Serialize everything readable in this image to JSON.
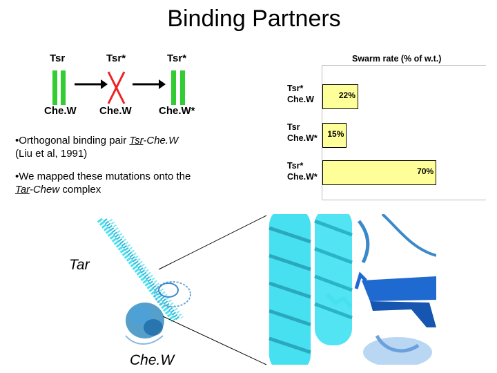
{
  "slide_title": "Binding Partners",
  "diagram": {
    "top_labels": [
      "Tsr",
      "Tsr*",
      "Tsr*"
    ],
    "bottom_labels": [
      "Che.W",
      "Che.W",
      "Che.W*"
    ],
    "colors": {
      "bar": "#33cc33",
      "cross": "#ee2222",
      "arrow": "#000000"
    }
  },
  "bullets": [
    {
      "bullet": "•",
      "pre": "Orthogonal binding pair ",
      "underlined": "Tsr",
      "post": "-Che.W",
      "line2": "(Liu et al, 1991)"
    },
    {
      "bullet": "•",
      "pre": "We mapped these mutations onto the",
      "underlined": "Tar",
      "post": "-Chew",
      "post2": " complex"
    }
  ],
  "swarm_chart": {
    "title": "Swarm rate (% of w.t.)",
    "rows": [
      {
        "line1": "Tsr*",
        "line2": "Che.W",
        "value": 22,
        "label": "22%"
      },
      {
        "line1": "Tsr",
        "line2": "Che.W*",
        "value": 15,
        "label": "15%"
      },
      {
        "line1": "Tsr*",
        "line2": "Che.W*",
        "value": 70,
        "label": "70%"
      }
    ],
    "colors": {
      "bar": "#ffff99",
      "frame": "#bbbbbb"
    }
  },
  "structure": {
    "label_tar": "Tar",
    "label_chew": "Che.W",
    "colors": {
      "helix_light": "#46e0f0",
      "helix_dark": "#1d7fb8",
      "sheet": "#1f6ad0"
    }
  }
}
